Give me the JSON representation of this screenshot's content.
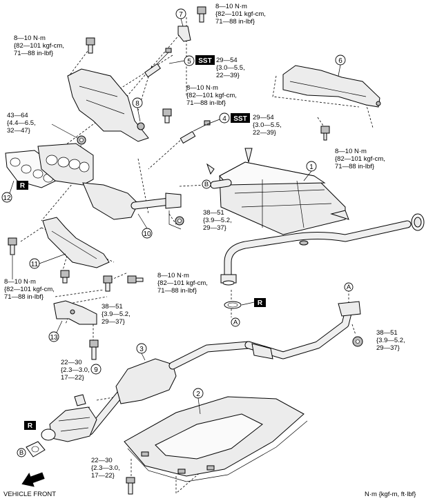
{
  "torques": {
    "t7": [
      "8—10 N·m",
      "{82—101 kgf-cm,",
      "71—88 in-lbf}"
    ],
    "tTopLeft": [
      "8—10 N·m",
      "{82—101 kgf-cm,",
      "71—88 in-lbf}"
    ],
    "t5": [
      "29—54",
      "{3.0—5.5,",
      "22—39}"
    ],
    "t8": [
      "8—10 N·m",
      "{82—101 kgf-cm,",
      "71—88 in-lbf}"
    ],
    "t4": [
      "29—54",
      "{3.0—5.5,",
      "22—39}"
    ],
    "tNut": [
      "43—64",
      "{4.4—6.5,",
      "32—47}"
    ],
    "t6": [
      "8—10 N·m",
      "{82—101 kgf-cm,",
      "71—88 in-lbf}"
    ],
    "tB": [
      "38—51",
      "{3.9—5.2,",
      "29—37}"
    ],
    "tLeftBolt": [
      "8—10 N·m",
      "{82—101 kgf-cm,",
      "71—88 in-lbf}"
    ],
    "tMidBolt": [
      "8—10 N·m",
      "{82—101 kgf-cm,",
      "71—88 in-lbf}"
    ],
    "t13": [
      "38—51",
      "{3.9—5.2,",
      "29—37}"
    ],
    "tA": [
      "38—51",
      "{3.9—5.2,",
      "29—37}"
    ],
    "t9": [
      "22—30",
      "{2.3—3.0,",
      "17—22}"
    ],
    "tBottom": [
      "22—30",
      "{2.3—3.0,",
      "17—22}"
    ]
  },
  "sst_label": "SST",
  "replace_label": "R",
  "callouts": [
    "1",
    "2",
    "3",
    "4",
    "5",
    "6",
    "7",
    "8",
    "9",
    "10",
    "11",
    "12",
    "13"
  ],
  "refs": {
    "A": "A",
    "B": "B"
  },
  "vehicle_front": "VEHICLE FRONT",
  "units_note": "N·m {kgf-m, ft·lbf}"
}
